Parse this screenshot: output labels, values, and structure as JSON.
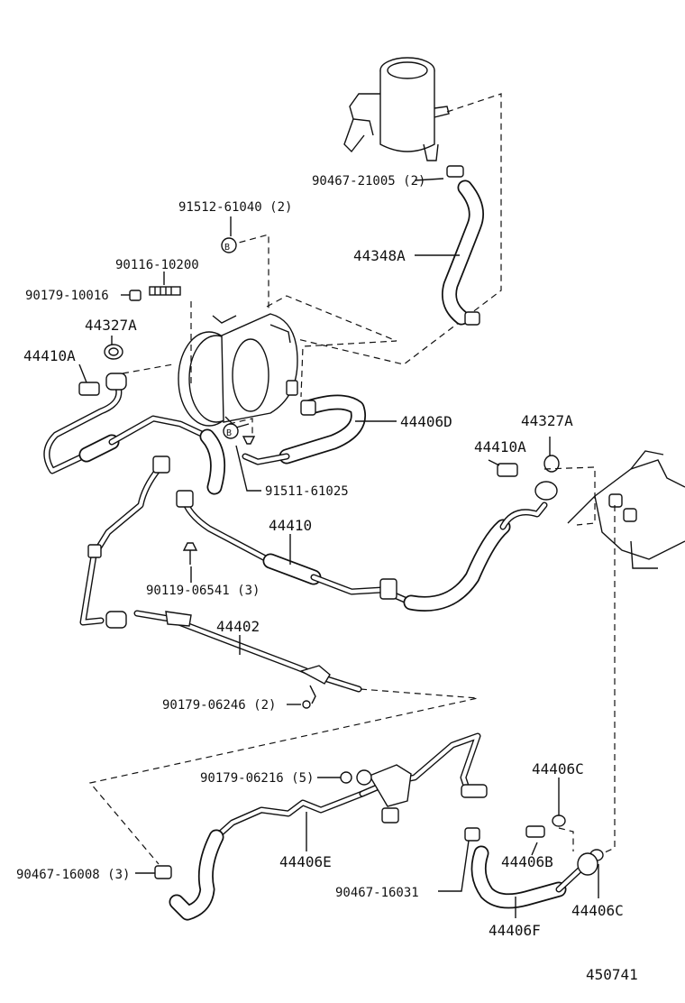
{
  "diagram_id": "450741",
  "labels": {
    "p_90467_21005": "90467-21005 (2)",
    "p_91512_61040": "91512-61040 (2)",
    "p_44348A": "44348A",
    "p_90116_10200": "90116-10200",
    "p_90179_10016": "90179-10016",
    "p_44327A_left": "44327A",
    "p_44410A_left": "44410A",
    "p_44406D": "44406D",
    "p_44327A_right": "44327A",
    "p_44410A_right": "44410A",
    "p_91511_61025": "91511-61025",
    "p_44410": "44410",
    "p_90119_06541": "90119-06541 (3)",
    "p_44402": "44402",
    "p_90179_06246": "90179-06246 (2)",
    "p_90179_06216": "90179-06216 (5)",
    "p_44406C_top": "44406C",
    "p_44406E": "44406E",
    "p_44406B": "44406B",
    "p_90467_16008": "90467-16008 (3)",
    "p_90467_16031": "90467-16031",
    "p_44406C_bottom": "44406C",
    "p_44406F": "44406F"
  }
}
